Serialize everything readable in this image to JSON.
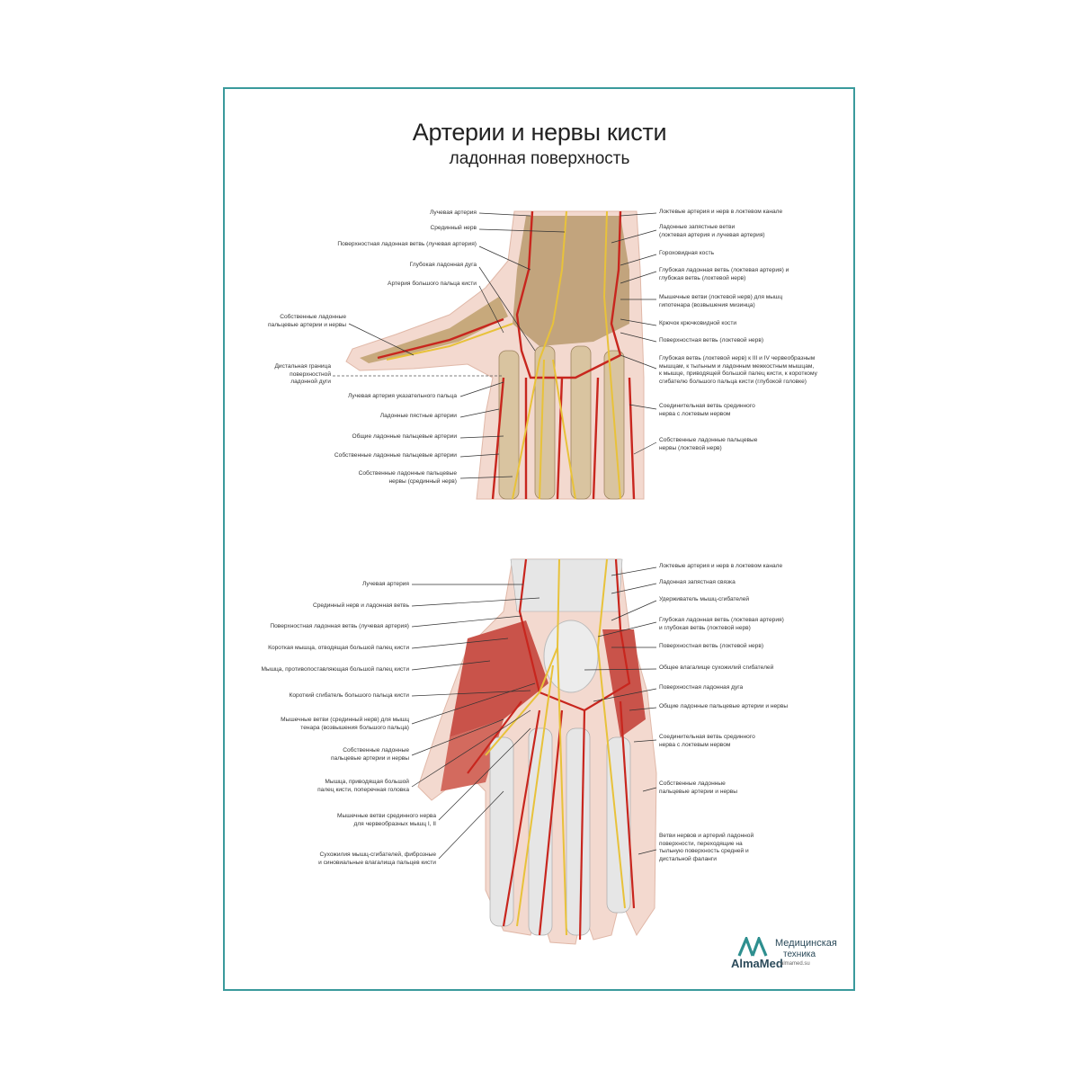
{
  "title": "Артерии и нервы кисти",
  "subtitle": "ладонная поверхность",
  "top_left_labels": [
    "Лучевая артерия",
    "Срединный нерв",
    "Поверхностная ладонная ветвь (лучевая артерия)",
    "Глубокая ладонная дуга",
    "Артерия большого пальца кисти",
    "Собственные ладонные\nпальцевые артерии и нервы",
    "Дистальная граница\nповерхностной\nладонной дуги",
    "Лучевая артерия указательного пальца",
    "Ладонные пястные артерии",
    "Общие ладонные пальцевые артерии",
    "Собственные ладонные пальцевые артерии",
    "Собственные ладонные пальцевые\nнервы (срединный нерв)"
  ],
  "top_right_labels": [
    "Локтевые артерия и нерв в локтевом канале",
    "Ладонные запястные ветви\n(локтевая артерия и лучевая артерия)",
    "Гороховидная кость",
    "Глубокая ладонная ветвь (локтевая артерия) и\nглубокая ветвь (локтевой нерв)",
    "Мышечные ветви (локтевой нерв) для мышц\nгипотенара (возвышения мизинца)",
    "Крючок крючковидной кости",
    "Поверхностная ветвь (локтевой нерв)",
    "Глубокая ветвь (локтевой нерв) к III и IV червеобразным\nмышцам, к тыльным и ладонным межкостным мышцам,\nк мышце, приводящей большой палец кисти, к короткому\nсгибателю большого пальца кисти (глубокой головке)",
    "Соединительная ветвь срединного\nнерва с локтевым нервом",
    "Собственные ладонные пальцевые\nнервы (локтевой нерв)"
  ],
  "bottom_left_labels": [
    "Лучевая артерия",
    "Срединный нерв и ладонная ветвь",
    "Поверхностная ладонная ветвь (лучевая артерия)",
    "Короткая мышца, отводящая большой палец кисти",
    "Мышца, противопоставляющая большой палец кисти",
    "Короткий сгибатель большого пальца кисти",
    "Мышечные ветви (срединный нерв) для мышц\nтенара (возвышения большого пальца)",
    "Собственные ладонные\nпальцевые артерии и нервы",
    "Мышца, приводящая большой\nпалец кисти, поперечная головка",
    "Мышечные ветви срединного нерва\nдля червеобразных мышц I, II",
    "Сухожилия мышц-сгибателей, фиброзные\nи синовиальные влагалища пальцев кисти"
  ],
  "bottom_right_labels": [
    "Локтевые артерия и нерв в локтевом канале",
    "Ладонная запястная связка",
    "Удерживатель мышц-сгибателей",
    "Глубокая ладонная ветвь (локтевая артерия)\nи глубокая ветвь (локтевой нерв)",
    "Поверхностная ветвь (локтевой нерв)",
    "Общее влагалище сухожилий сгибателей",
    "Поверхностная ладонная дуга",
    "Общие ладонные пальцевые артерии и нервы",
    "Соединительная ветвь срединного\nнерва с локтевым нервом",
    "Собственные ладонные\nпальцевые артерии и нервы",
    "Ветви нервов и артерий ладонной\nповерхности, переходящие на\nтыльную поверхность средней и\nдистальной фаланги"
  ],
  "logo": {
    "name": "AlmaMed",
    "line1": "Медицинская",
    "line2": "техника",
    "site": "almamed.su"
  },
  "colors": {
    "frame": "#3a9a9c",
    "artery": "#c8261e",
    "nerve": "#e8c23a",
    "bone": "#b89a6e",
    "skin": "#f3d9cf",
    "muscle": "#c9534a",
    "tendon": "#e6e6e6"
  }
}
